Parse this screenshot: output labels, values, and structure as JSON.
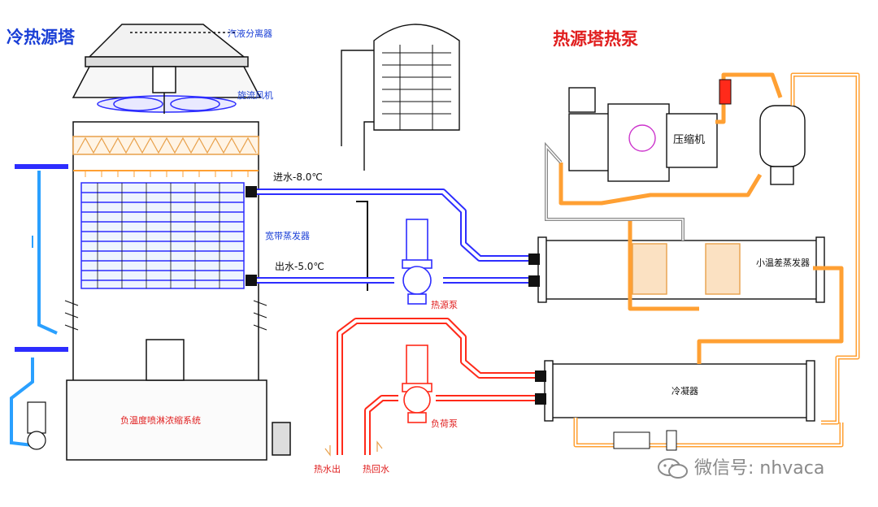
{
  "colors": {
    "cold_water": "#2d2dff",
    "hot_water": "#ff2a1a",
    "refrigerant": "#ffa033",
    "outline": "#111111",
    "light_blue": "#2aa0ff"
  },
  "labels": {
    "cold_tower_title": "冷热源塔",
    "heatpump_title": "热源塔热泵",
    "separator": "汽液分离器",
    "fan": "旋流风机",
    "inlet_water": "进水-8.0℃",
    "evaporator_wide": "宽带蒸发器",
    "outlet_water": "出水-5.0℃",
    "compressor": "压缩机",
    "small_evaporator": "小温差蒸发器",
    "heat_source_pump": "热源泵",
    "condenser": "冷凝器",
    "load_pump": "负荷泵",
    "concentration_system": "负温度喷淋浓缩系统",
    "hot_water_out": "热水出",
    "hot_water_return": "热回水",
    "watermark": "微信号: nhvaca"
  },
  "icons": [
    "wechat-icon",
    "pump-icon",
    "fan-icon",
    "tank-icon",
    "valve-icon"
  ]
}
